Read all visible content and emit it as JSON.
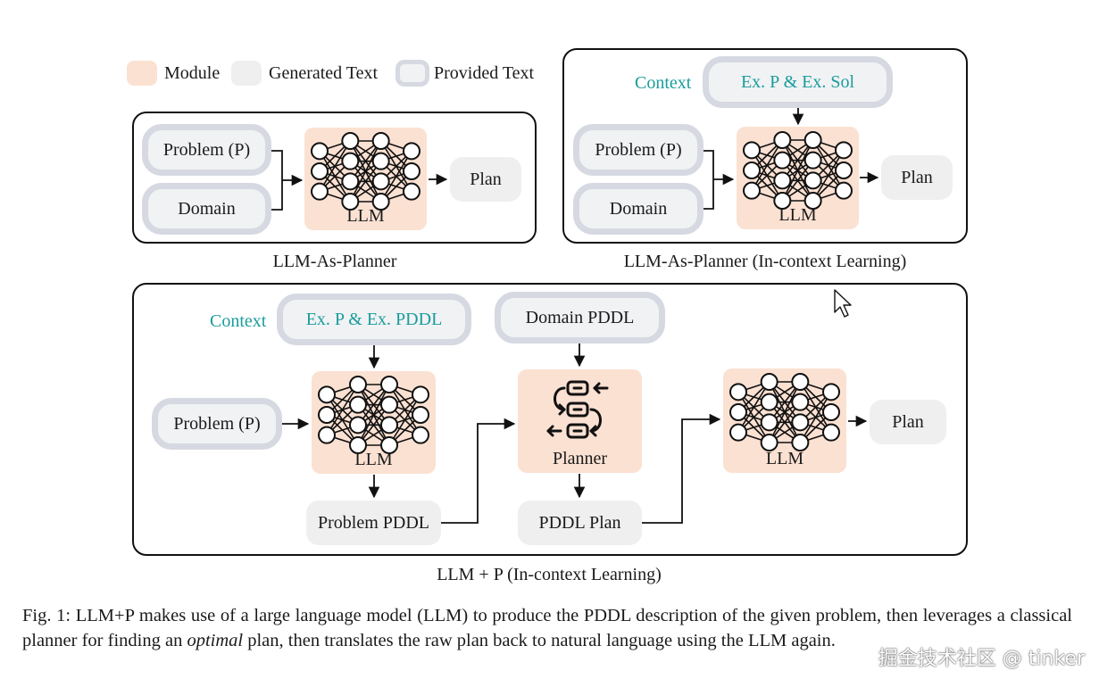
{
  "legend": {
    "module": "Module",
    "generated": "Generated Text",
    "provided": "Provided Text"
  },
  "panel1": {
    "problem": "Problem (P)",
    "domain": "Domain",
    "llm": "LLM",
    "plan": "Plan",
    "title": "LLM-As-Planner"
  },
  "panel2": {
    "context_label": "Context",
    "context_box": "Ex. P & Ex. Sol",
    "problem": "Problem (P)",
    "domain": "Domain",
    "llm": "LLM",
    "plan": "Plan",
    "title": "LLM-As-Planner (In-context Learning)"
  },
  "panel3": {
    "context_label": "Context",
    "context_box": "Ex. P & Ex. PDDL",
    "problem": "Problem (P)",
    "llm1": "LLM",
    "problem_pddl": "Problem PDDL",
    "domain_pddl": "Domain PDDL",
    "planner": "Planner",
    "pddl_plan": "PDDL Plan",
    "llm2": "LLM",
    "plan": "Plan",
    "title": "LLM + P (In-context Learning)"
  },
  "caption": {
    "prefix": "Fig. 1: LLM+P makes use of a large language model (LLM) to produce the PDDL description of the given problem, then leverages a classical planner for finding an ",
    "emphasis": "optimal",
    "suffix": " plan, then translates the raw plan back to natural language using the LLM again."
  },
  "watermark": "掘金技术社区 @ tinker",
  "colors": {
    "module": "#fbe1d2",
    "generated": "#efefef",
    "provided_border": "#d6d9e1",
    "context_text": "#1a9c9c"
  }
}
